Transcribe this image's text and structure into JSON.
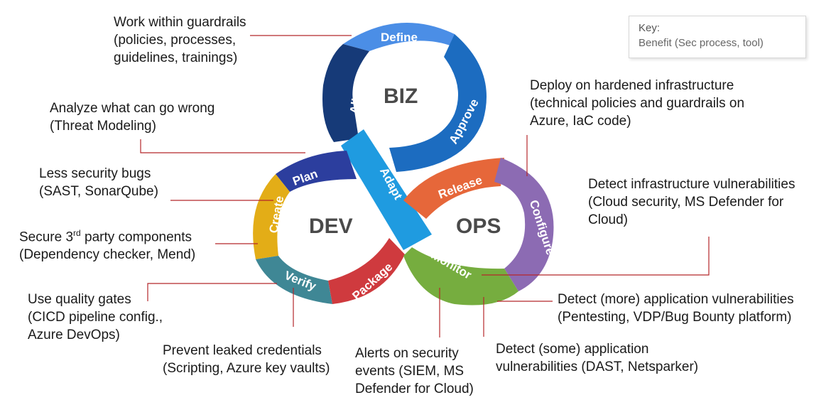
{
  "key": {
    "title": "Key:",
    "desc": "Benefit (Sec process, tool)"
  },
  "hubs": {
    "biz": "BIZ",
    "dev": "DEV",
    "ops": "OPS"
  },
  "segments": {
    "define": "Define",
    "approve": "Approve",
    "align": "Align",
    "adapt": "Adapt",
    "plan": "Plan",
    "create": "Create",
    "verify": "Verify",
    "package": "Package",
    "release": "Release",
    "configure": "Configure",
    "monitor": "Monitor"
  },
  "colors": {
    "define": "#4b8ee6",
    "approve": "#1c6cc0",
    "align": "#163a78",
    "adapt": "#1f9be0",
    "plan": "#2c3e9e",
    "create": "#e3ad17",
    "verify": "#3f8795",
    "package": "#cf3a3e",
    "release": "#e6673a",
    "configure": "#8c6bb3",
    "monitor": "#76ad3f",
    "leader": "#b5272b"
  },
  "callouts": {
    "guardrails": [
      "Work within guardrails",
      "(policies, processes,",
      "guidelines, trainings)"
    ],
    "threat": [
      "Analyze what can go wrong",
      "(Threat Modeling)"
    ],
    "bugs": [
      "Less security bugs",
      "(SAST, SonarQube)"
    ],
    "thirdparty": {
      "pre": "Secure 3",
      "sup": "rd",
      "post": " party components",
      "line2": "(Dependency checker, Mend)"
    },
    "gates": [
      "Use quality gates",
      "(CICD pipeline config.,",
      "Azure DevOps)"
    ],
    "creds": [
      "Prevent leaked credentials",
      "(Scripting, Azure key vaults)"
    ],
    "alerts": [
      "Alerts on security",
      "events (SIEM, MS",
      "Defender for Cloud)"
    ],
    "dast": [
      "Detect (some) application",
      "vulnerabilities (DAST, Netsparker)"
    ],
    "pentest": [
      "Detect (more) application vulnerabilities",
      "(Pentesting, VDP/Bug Bounty platform)"
    ],
    "infra": [
      "Detect infrastructure vulnerabilities",
      "(Cloud security, MS Defender for",
      "Cloud)"
    ],
    "deploy": [
      "Deploy on hardened infrastructure",
      "(technical policies and guardrails on",
      "Azure, IaC code)"
    ]
  }
}
